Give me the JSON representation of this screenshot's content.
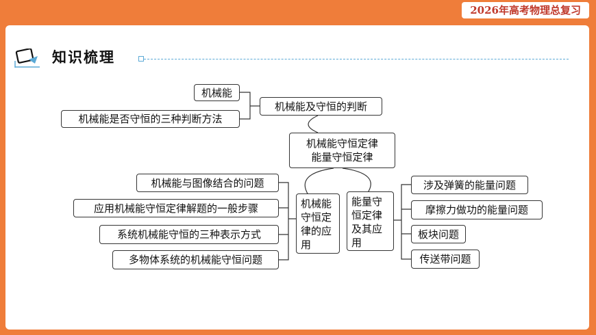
{
  "header": {
    "badge": "2026年高考物理总复习",
    "title": "知识梳理"
  },
  "diagram": {
    "root_top": "机械能及守恒的判断",
    "root_top_children": [
      "机械能",
      "机械能是否守恒的三种判断方法"
    ],
    "center": "机械能守恒定律 能量守恒定律",
    "left_hub": "机械能守恒定律的应用",
    "left_items": [
      "机械能与图像结合的问题",
      "应用机械能守恒定律解题的一般步骤",
      "系统机械能守恒的三种表示方式",
      "多物体系统的机械能守恒问题"
    ],
    "right_hub": "能量守恒定律及其应用",
    "right_items": [
      "涉及弹簧的能量问题",
      "摩擦力做功的能量问题",
      "板块问题",
      "传送带问题"
    ]
  },
  "colors": {
    "frame": "#ef7d3a",
    "accent_line": "#5aa9d6",
    "badge_text": "#c0392b"
  }
}
